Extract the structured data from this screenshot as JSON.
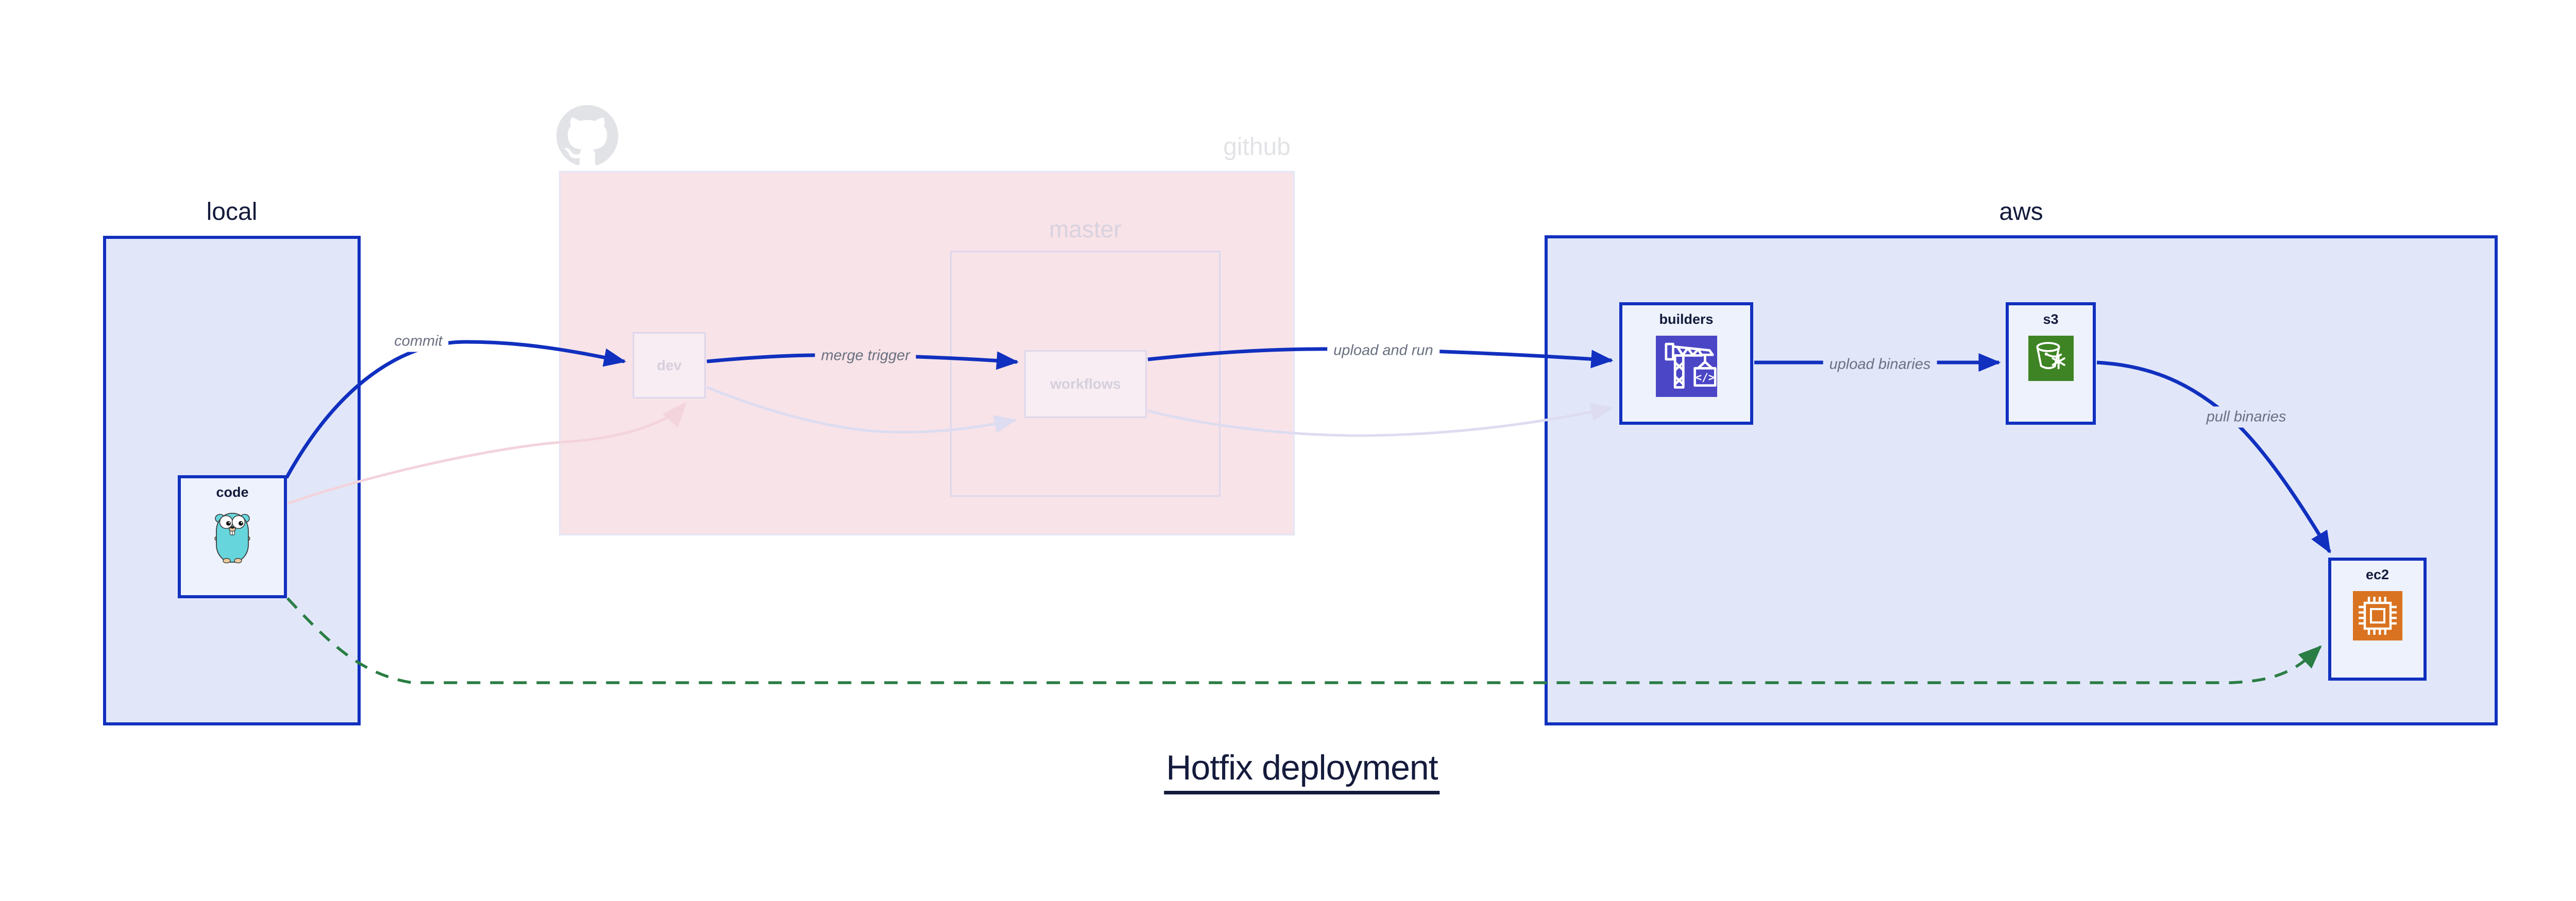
{
  "diagram_title": "Hotfix deployment",
  "containers": {
    "local": {
      "label": "local"
    },
    "github": {
      "label": "github",
      "icon": "github-octocat-logo",
      "master": {
        "label": "master"
      }
    },
    "aws": {
      "label": "aws"
    }
  },
  "nodes": {
    "code": {
      "label": "code",
      "icon": "go-gopher-icon"
    },
    "dev": {
      "label": "dev"
    },
    "workflows": {
      "label": "workflows"
    },
    "builders": {
      "label": "builders",
      "icon": "aws-codebuild-crane-icon"
    },
    "s3": {
      "label": "s3",
      "icon": "aws-s3-bucket-snowflake-icon"
    },
    "ec2": {
      "label": "ec2",
      "icon": "aws-ec2-chip-icon"
    }
  },
  "edges": [
    {
      "id": "commit",
      "label": "commit",
      "from": "code",
      "to": "dev",
      "style": "solid-blue"
    },
    {
      "id": "merge-trigger",
      "label": "merge trigger",
      "from": "dev",
      "to": "workflows",
      "style": "solid-blue"
    },
    {
      "id": "upload-and-run",
      "label": "upload and run",
      "from": "workflows",
      "to": "builders",
      "style": "solid-blue"
    },
    {
      "id": "upload-binaries",
      "label": "upload binaries",
      "from": "builders",
      "to": "s3",
      "style": "solid-blue"
    },
    {
      "id": "pull-binaries",
      "label": "pull binaries",
      "from": "s3",
      "to": "ec2",
      "style": "solid-blue"
    },
    {
      "id": "hotfix-shortcut",
      "label": "",
      "from": "code",
      "to": "ec2",
      "style": "dashed-green"
    },
    {
      "id": "faded-commit",
      "label": "",
      "from": "code",
      "to": "dev",
      "style": "faded-pink"
    },
    {
      "id": "faded-merge",
      "label": "",
      "from": "dev",
      "to": "workflows",
      "style": "faded-lavender"
    },
    {
      "id": "faded-run",
      "label": "",
      "from": "workflows",
      "to": "builders",
      "style": "faded-lavender"
    }
  ],
  "colors": {
    "accent_blue": "#1130bf",
    "navy_text": "#141b3c",
    "container_fill": "#e1e7f9",
    "node_fill": "#eef2fc",
    "github_region_fill": "#f8e3e8",
    "faded_border": "#ddd8ec",
    "faded_text": "#d6cfdc",
    "github_gray": "#e2e3e6",
    "edge_label_gray": "#6a7080",
    "hotfix_green": "#2a7d44",
    "faded_pink_edge": "#f3d3dc",
    "faded_lavender_edge": "#dddcf1",
    "codebuild_purple": "#4b46c6",
    "s3_green": "#3e8424",
    "ec2_orange": "#d97321"
  }
}
